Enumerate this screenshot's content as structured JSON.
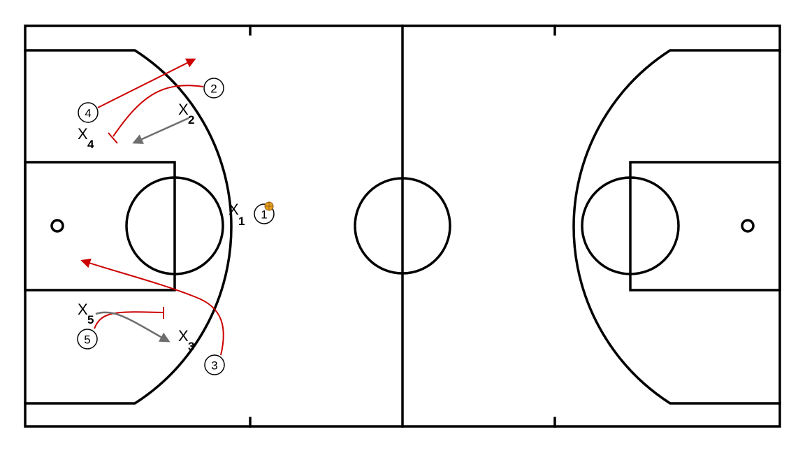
{
  "colors": {
    "court_lines": "#000000",
    "offense_path": "#cc0000",
    "defense_path": "#6e6e6e",
    "ball": "#e8a020",
    "background": "#ffffff"
  },
  "offense": [
    {
      "id": "p1",
      "label": "1",
      "has_ball": true
    },
    {
      "id": "p2",
      "label": "2"
    },
    {
      "id": "p3",
      "label": "3"
    },
    {
      "id": "p4",
      "label": "4"
    },
    {
      "id": "p5",
      "label": "5"
    }
  ],
  "defense": [
    {
      "id": "x1",
      "mark": "X",
      "sub": "1"
    },
    {
      "id": "x2",
      "mark": "X",
      "sub": "2"
    },
    {
      "id": "x3",
      "mark": "X",
      "sub": "3"
    },
    {
      "id": "x4",
      "mark": "X",
      "sub": "4"
    },
    {
      "id": "x5",
      "mark": "X",
      "sub": "5"
    }
  ],
  "icons": {
    "ball": "basketball-icon",
    "cut_arrow": "arrow-icon",
    "screen": "screen-bar-icon"
  }
}
